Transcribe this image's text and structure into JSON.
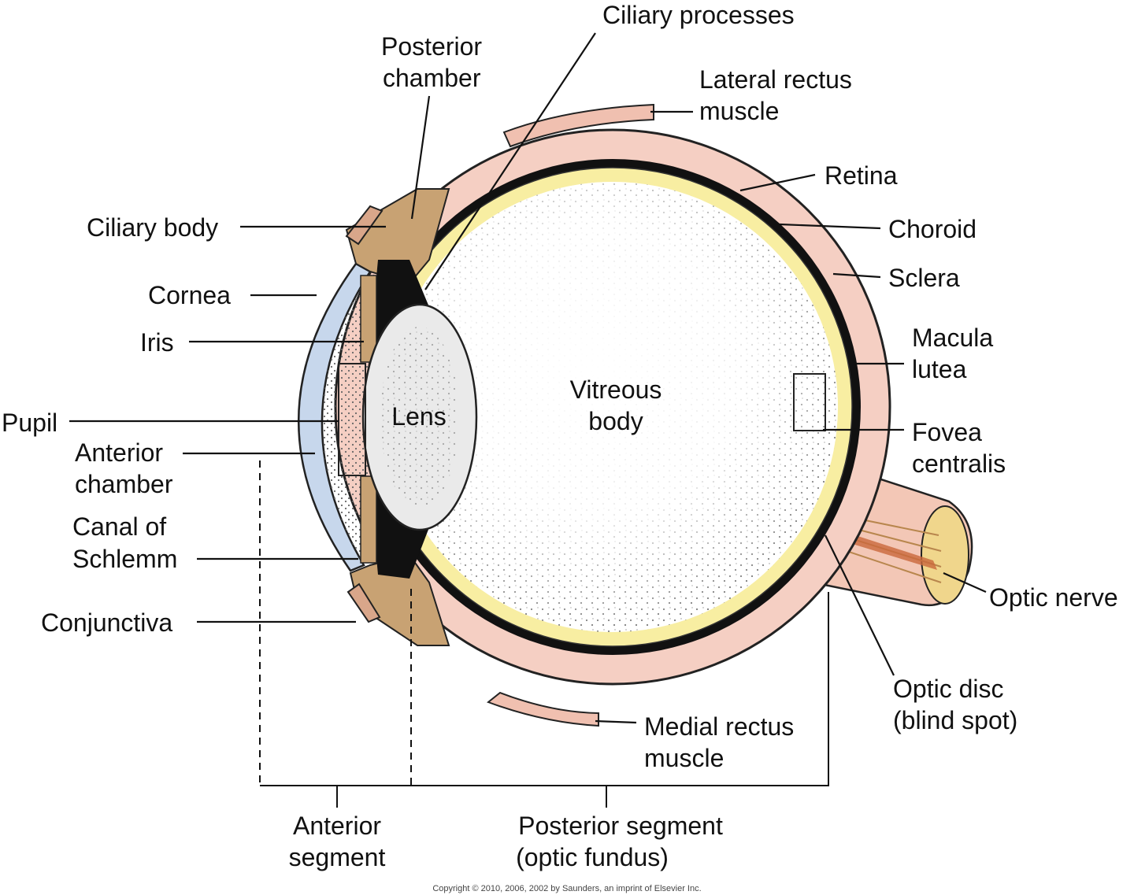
{
  "labels": {
    "ciliary_processes": "Ciliary processes",
    "posterior_chamber": [
      "Posterior",
      "chamber"
    ],
    "lateral_rectus": [
      "Lateral rectus",
      "muscle"
    ],
    "retina": "Retina",
    "choroid": "Choroid",
    "sclera": "Sclera",
    "ciliary_body": "Ciliary body",
    "cornea": "Cornea",
    "iris": "Iris",
    "pupil": "Pupil",
    "anterior_chamber": [
      "Anterior",
      "chamber"
    ],
    "canal_of_schlemm": [
      "Canal of",
      "Schlemm"
    ],
    "conjunctiva": "Conjunctiva",
    "macula_lutea": [
      "Macula",
      "lutea"
    ],
    "fovea_centralis": [
      "Fovea",
      "centralis"
    ],
    "optic_nerve": "Optic nerve",
    "optic_disc": [
      "Optic disc",
      "(blind spot)"
    ],
    "medial_rectus": [
      "Medial rectus",
      "muscle"
    ],
    "lens": "Lens",
    "vitreous_body": [
      "Vitreous",
      "body"
    ],
    "anterior_segment": [
      "Anterior",
      "segment"
    ],
    "posterior_segment": [
      "Posterior segment",
      "(optic fundus)"
    ]
  },
  "copyright": "Copyright © 2010, 2006, 2002 by Saunders, an imprint of Elsevier Inc.",
  "colors": {
    "sclera": "#f5cfc3",
    "choroid": "#111111",
    "retina": "#f8eea2",
    "vitreous": "#f4f4f4",
    "cornea": "#c7d7ec",
    "ciliary": "#c8a273",
    "optic_nerve": "#eec88e"
  }
}
